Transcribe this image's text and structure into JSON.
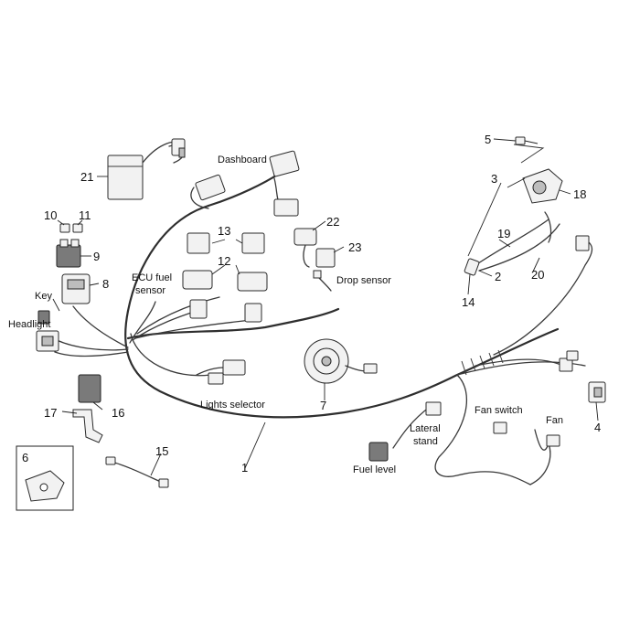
{
  "labels": {
    "dashboard": "Dashboard",
    "ecu_fuel_sensor_line1": "ECU fuel",
    "ecu_fuel_sensor_line2": "sensor",
    "key": "Key",
    "headlight": "Headlight",
    "drop_sensor": "Drop sensor",
    "lights_selector": "Lights selector",
    "lateral_stand_line1": "Lateral",
    "lateral_stand_line2": "stand",
    "fuel_level": "Fuel level",
    "fan_switch": "Fan switch",
    "fan": "Fan"
  },
  "numbers": {
    "n1": "1",
    "n2": "2",
    "n3": "3",
    "n4": "4",
    "n5": "5",
    "n6": "6",
    "n7": "7",
    "n8": "8",
    "n9": "9",
    "n10": "10",
    "n11": "11",
    "n12": "12",
    "n13": "13",
    "n14": "14",
    "n15": "15",
    "n16": "16",
    "n17": "17",
    "n18": "18",
    "n19": "19",
    "n20": "20",
    "n21": "21",
    "n22": "22",
    "n23": "23"
  }
}
